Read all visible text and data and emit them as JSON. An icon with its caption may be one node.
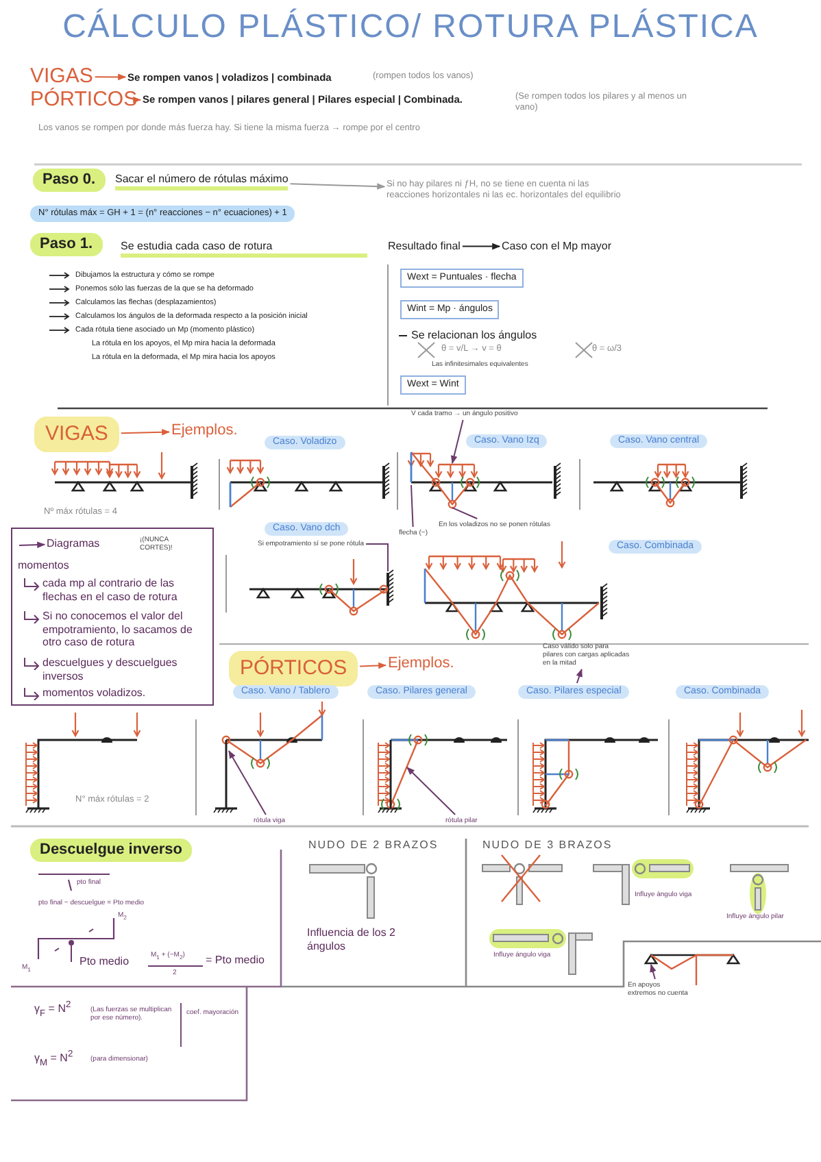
{
  "diagram": {
    "title": "CÁLCULO PLÁSTICO/ ROTURA PLÁSTICA",
    "nodes": [
      {
        "text": [
          "VIGAS"
        ]
      },
      {
        "text": [
          "Se rompen vanos | voladizos | combinada"
        ]
      },
      {
        "text": [
          "PÓRTICOS"
        ]
      },
      {
        "text": [
          "Se rompen vanos | pilares general | Pilares especial | Combinada."
        ]
      },
      {
        "text": [
          "Paso 0."
        ]
      },
      {
        "text": [
          "Sacar el número de rótulas máximo"
        ]
      },
      {
        "text": [
          "Si no hay pilares ni ƒH, no se tiene en cuenta ni las reacciones horizontales ni las ec. horizontales del equilibrio"
        ]
      },
      {
        "text": [
          "N° rótulas máx = GH + 1 = (n° reacciones − n° ecuaciones) + 1"
        ]
      },
      {
        "text": [
          "Paso 1."
        ]
      },
      {
        "text": [
          "Se estudia cada caso de rotura"
        ]
      },
      {
        "text": [
          "Resultado final"
        ]
      },
      {
        "text": [
          "Caso con el Mp mayor"
        ]
      },
      {
        "text": [
          "Wext = Puntuales · flecha"
        ]
      },
      {
        "text": [
          "Wint = Mp · ángulos"
        ]
      },
      {
        "text": [
          "Wext = Wint"
        ]
      },
      {
        "text": [
          "VIGAS"
        ]
      },
      {
        "text": [
          "Ejemplos."
        ]
      },
      {
        "text": [
          "Caso. Voladizo"
        ]
      },
      {
        "text": [
          "Caso. Vano Izq"
        ]
      },
      {
        "text": [
          "Caso. Vano central"
        ]
      },
      {
        "text": [
          "Caso. Vano dch"
        ]
      },
      {
        "text": [
          "Caso. Combinada"
        ]
      },
      {
        "text": [
          "V cada tramo → un ángulo positivo"
        ]
      },
      {
        "text": [
          "En los voladizos no se ponen rótulas"
        ]
      },
      {
        "text": [
          "flecha (−)"
        ]
      },
      {
        "text": [
          "Si empotramiento sí se pone rótula"
        ]
      },
      {
        "text": [
          "¡(NUNCA CORTES)!",
          "momentos",
          "cada mp al contrario de las flechas en el caso de rotura",
          "Si no conocemos el valor del empotramiento, lo sacamos de otro caso de rotura",
          "descuelgues y descuelgues inversos",
          "momentos voladizos."
        ]
      },
      {
        "text": [
          "Diagramas"
        ],
        "in": 26
      },
      {
        "text": [
          "PÓRTICOS"
        ]
      },
      {
        "text": [
          "Ejemplos."
        ]
      },
      {
        "text": [
          "Caso. Vano / Tablero"
        ]
      },
      {
        "text": [
          "Caso. Pilares general"
        ]
      },
      {
        "text": [
          "Caso. Pilares especial"
        ]
      },
      {
        "text": [
          "Caso. Combinada"
        ]
      },
      {
        "text": [
          "Caso válido solo para pilares con cargas aplicadas en la mitad"
        ]
      },
      {
        "text": [
          "rótula viga"
        ]
      },
      {
        "text": [
          "rótula pilar"
        ]
      },
      {
        "text": [
          "Descuelgue inverso"
        ]
      },
      {
        "text": [
          "En apoyos extremos no cuenta"
        ]
      },
      {
        "text": [],
        "shape": "beam"
      },
      {
        "text": [],
        "shape": "beam"
      },
      {
        "text": [],
        "shape": "frame"
      },
      {
        "text": [],
        "shape": "frame"
      },
      {
        "text": [],
        "shape": "frame"
      }
    ],
    "edges": [
      {
        "from": 0,
        "to": 1,
        "arrow": "to",
        "color": "#d9603b"
      },
      {
        "from": 2,
        "to": 3,
        "arrow": "to",
        "color": "#d9603b"
      },
      {
        "from": 5,
        "to": 6,
        "arrow": "to",
        "color": "#999999"
      },
      {
        "from": 10,
        "to": 11,
        "arrow": "to",
        "color": "#222222"
      },
      {
        "from": 15,
        "to": 16,
        "arrow": "to",
        "color": "#d9603b"
      },
      {
        "from": 28,
        "to": 29,
        "arrow": "to",
        "color": "#d9603b"
      },
      {
        "from": 22,
        "to": 39,
        "arrow": "to"
      },
      {
        "from": 23,
        "to": 39,
        "arrow": "none"
      },
      {
        "from": 24,
        "to": 39,
        "arrow": "none"
      },
      {
        "from": 25,
        "to": 40,
        "arrow": "none"
      },
      {
        "from": null,
        "to": 27,
        "arrow": "to"
      },
      {
        "from": 35,
        "to": 41,
        "arrow": "to"
      },
      {
        "from": 36,
        "to": 42,
        "arrow": "to"
      },
      {
        "from": 32,
        "to": 34,
        "arrow": "to"
      },
      {
        "from": 38,
        "to": 43,
        "arrow": "to"
      }
    ],
    "labels": [
      "(rompen todos los vanos)",
      "(Se rompen todos los pilares y al menos un vano)",
      "Los vanos se rompen por donde más fuerza hay. Si tiene la misma fuerza → rompe por el centro",
      "Dibujamos la estructura y cómo se rompe",
      "Ponemos sólo las fuerzas de la que se ha deformado",
      "Calculamos las flechas (desplazamientos)",
      "Calculamos los ángulos de la deformada respecto a la posición inicial",
      "Cada rótula tiene asociado un Mp (momento plástico)",
      "La rótula en los apoyos, el Mp mira hacia la deformada",
      "La rótula en la deformada, el Mp mira hacia los apoyos",
      "Se relacionan los ángulos",
      "θ = v/L → v = θ",
      "Las infinitesimales equivalentes",
      "θ = ω/3",
      "Nº máx rótulas = 4",
      "N° máx rótulas = 2",
      "pto final",
      "pto final − descuelgue = Pto medio",
      "M$_{2}$",
      "M$_{1}$",
      "Pto medio",
      "M$_{1}$ + (−M$_{2}$)",
      "2",
      "= Pto medio",
      "γ$_{F}$ = N$^{2}$",
      "(Las fuerzas se multiplican por ese número).",
      "coef. mayoración",
      "γ$_{M}$ = N$^{2}$",
      "(para dimensionar)",
      "NUDO DE 2 BRAZOS",
      "Influencia de los 2 ángulos",
      "NUDO DE 3 BRAZOS",
      "Influye ángulo viga",
      "Influye ángulo pilar",
      "Influye ángulo viga"
    ]
  }
}
